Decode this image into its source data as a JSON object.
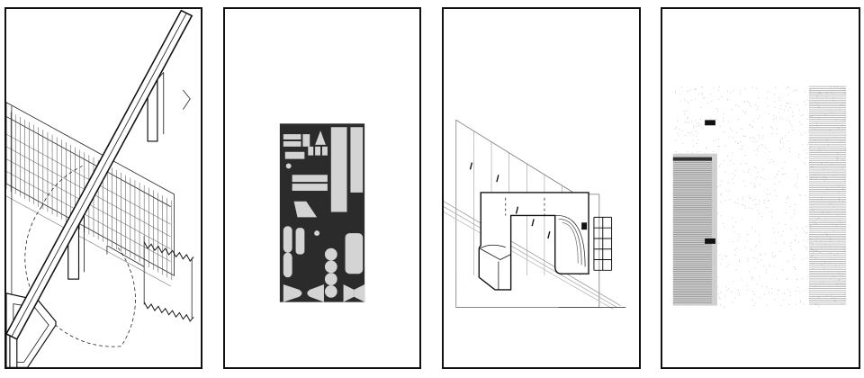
{
  "colors": {
    "frame": "#111111",
    "line": "#222222",
    "dark_fill": "#2b2b2b",
    "light_fill": "#d4d4d4",
    "stipple": "#bdbdbd",
    "hatch": "#555555",
    "paper": "#ffffff"
  },
  "panels": [
    {
      "id": "panel-axonometric-railing"
    },
    {
      "id": "panel-cutout-shapes"
    },
    {
      "id": "panel-curved-counter"
    },
    {
      "id": "panel-surface-plan"
    }
  ]
}
